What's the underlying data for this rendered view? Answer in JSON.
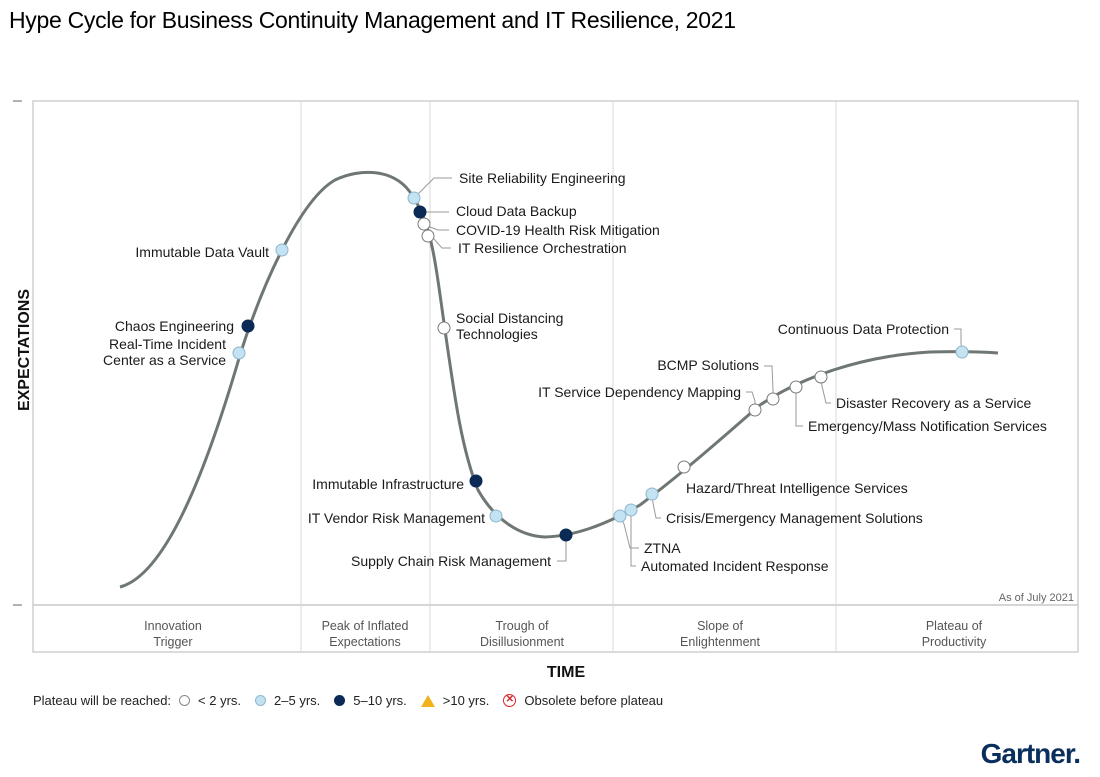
{
  "title": "Hype Cycle for Business Continuity Management and IT Resilience, 2021",
  "axes": {
    "x_title": "TIME",
    "y_title": "EXPECTATIONS"
  },
  "as_of": "As of July 2021",
  "phases": [
    {
      "line1": "Innovation",
      "line2": "Trigger"
    },
    {
      "line1": "Peak of Inflated",
      "line2": "Expectations"
    },
    {
      "line1": "Trough of",
      "line2": "Disillusionment"
    },
    {
      "line1": "Slope of",
      "line2": "Enlightenment"
    },
    {
      "line1": "Plateau of",
      "line2": "Productivity"
    }
  ],
  "legend": {
    "caption": "Plateau will be reached:",
    "items": [
      {
        "label": "< 2 yrs.",
        "key": "lt2"
      },
      {
        "label": "2–5 yrs.",
        "key": "2to5"
      },
      {
        "label": "5–10 yrs.",
        "key": "5to10"
      },
      {
        "label": ">10 yrs.",
        "key": "gt10"
      },
      {
        "label": "Obsolete before plateau",
        "key": "obsolete"
      }
    ]
  },
  "colors": {
    "lt2": "#ffffff",
    "2to5": "#c3e3f3",
    "5to10": "#0b2a55",
    "gt10": "#f2b21b",
    "obsolete": "#d9262c",
    "curve": "#6f7772"
  },
  "technologies": [
    {
      "name": "Chaos Engineering",
      "plateau": "5to10"
    },
    {
      "name": "Real-Time Incident Center as a Service",
      "lines": [
        "Real-Time Incident",
        "Center as a Service"
      ],
      "plateau": "2to5"
    },
    {
      "name": "Immutable Data Vault",
      "plateau": "2to5"
    },
    {
      "name": "Site Reliability Engineering",
      "plateau": "2to5"
    },
    {
      "name": "Cloud Data Backup",
      "plateau": "5to10"
    },
    {
      "name": "COVID-19 Health Risk Mitigation",
      "plateau": "lt2"
    },
    {
      "name": "IT Resilience Orchestration",
      "plateau": "lt2"
    },
    {
      "name": "Social Distancing Technologies",
      "lines": [
        "Social Distancing",
        "Technologies"
      ],
      "plateau": "lt2"
    },
    {
      "name": "Immutable Infrastructure",
      "plateau": "5to10"
    },
    {
      "name": "IT Vendor Risk Management",
      "plateau": "2to5"
    },
    {
      "name": "Supply Chain Risk Management",
      "plateau": "5to10"
    },
    {
      "name": "ZTNA",
      "plateau": "2to5"
    },
    {
      "name": "Automated Incident Response",
      "plateau": "2to5"
    },
    {
      "name": "Crisis/Emergency Management Solutions",
      "plateau": "2to5"
    },
    {
      "name": "Hazard/Threat Intelligence Services",
      "plateau": "lt2"
    },
    {
      "name": "IT Service Dependency Mapping",
      "plateau": "lt2"
    },
    {
      "name": "BCMP Solutions",
      "plateau": "lt2"
    },
    {
      "name": "Emergency/Mass Notification Services",
      "plateau": "lt2"
    },
    {
      "name": "Disaster Recovery as a Service",
      "plateau": "lt2"
    },
    {
      "name": "Continuous Data Protection",
      "plateau": "2to5"
    }
  ],
  "logo": "Gartner."
}
